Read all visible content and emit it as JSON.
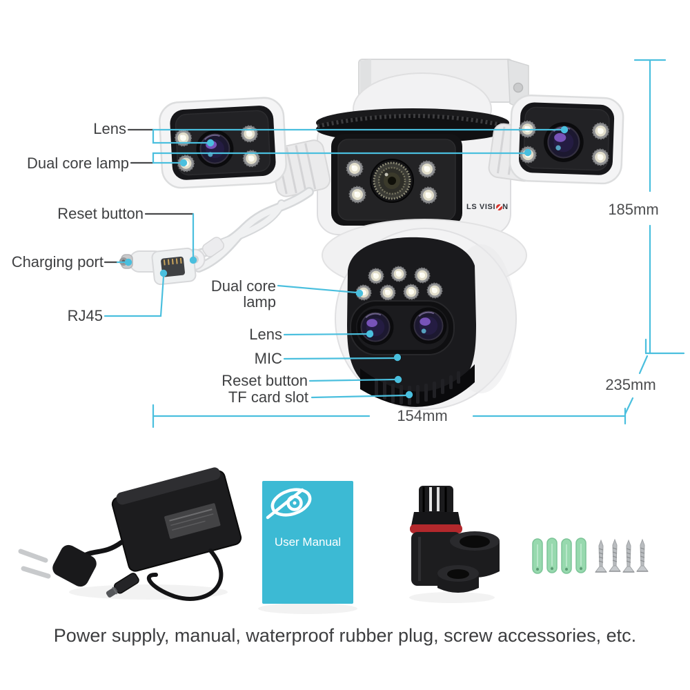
{
  "product": {
    "brand_prefix": "LS VISI",
    "brand_suffix": "N",
    "callouts": {
      "lens_top": "Lens",
      "dual_core_lamp_top": "Dual core lamp",
      "reset_button_left": "Reset button",
      "charging_port": "Charging port",
      "rj45": "RJ45",
      "dual_core_lamp_ptz": "Dual core lamp",
      "lens_ptz": "Lens",
      "mic": "MIC",
      "reset_button_ptz": "Reset button",
      "tf_card_slot": "TF card slot"
    },
    "dimensions": {
      "body_height": "185mm",
      "total_height": "235mm",
      "width": "154mm"
    }
  },
  "accessories": {
    "user_manual_label": "User Manual",
    "caption": "Power supply, manual, waterproof rubber plug, screw accessories, etc."
  },
  "colors": {
    "callout_cyan": "#4abfde",
    "manual_teal": "#3cbad4",
    "anchor_green": "#97d9ae",
    "brand_red": "#d8342c",
    "label_text": "#3f4042"
  }
}
